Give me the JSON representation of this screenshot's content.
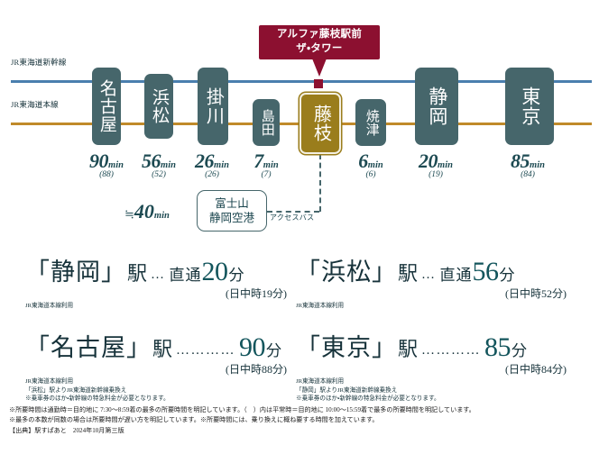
{
  "diagram": {
    "rail_lines": [
      {
        "name": "JR東海道新幹線",
        "color": "#4a7fae"
      },
      {
        "name": "JR東海道本線",
        "color": "#c08a2a"
      }
    ],
    "callout": {
      "line1": "アルファ藤枝駅前",
      "line2": "ザ・タワー",
      "color": "#8c1030"
    },
    "stations": [
      {
        "name": "名古屋",
        "highlight": false
      },
      {
        "name": "浜松",
        "highlight": false
      },
      {
        "name": "掛川",
        "highlight": false
      },
      {
        "name": "島田",
        "highlight": false
      },
      {
        "name": "藤枝",
        "highlight": true
      },
      {
        "name": "焼津",
        "highlight": false
      },
      {
        "name": "静岡",
        "highlight": false
      },
      {
        "name": "東京",
        "highlight": false
      }
    ],
    "times": [
      {
        "num": "90",
        "unit": "min",
        "paren": "(88)"
      },
      {
        "num": "56",
        "unit": "min",
        "paren": "(52)"
      },
      {
        "num": "26",
        "unit": "min",
        "paren": "(26)"
      },
      {
        "num": "7",
        "unit": "min",
        "paren": "(7)"
      },
      {
        "num": "6",
        "unit": "min",
        "paren": "(6)"
      },
      {
        "num": "20",
        "unit": "min",
        "paren": "(19)"
      },
      {
        "num": "85",
        "unit": "min",
        "paren": "(84)"
      }
    ],
    "airport": {
      "line1": "富士山",
      "line2": "静岡空港",
      "approx": "≒",
      "num": "40",
      "unit": "min",
      "access_label": "アクセスバス"
    }
  },
  "cards": [
    {
      "bracket_open": "「",
      "station": "静岡",
      "bracket_close": "」",
      "eki": "駅",
      "dots": "…",
      "direct": "直通",
      "num": "20",
      "unit": "分",
      "daytime": "(日中時19分)",
      "notes": [
        "JR東海道本線利用"
      ]
    },
    {
      "bracket_open": "「",
      "station": "浜松",
      "bracket_close": "」",
      "eki": "駅",
      "dots": "…",
      "direct": "直通",
      "num": "56",
      "unit": "分",
      "daytime": "(日中時52分)",
      "notes": [
        "JR東海道本線利用"
      ]
    },
    {
      "bracket_open": "「",
      "station": "名古屋",
      "bracket_close": "」",
      "eki": "駅",
      "dots": "…………",
      "direct": "",
      "num": "90",
      "unit": "分",
      "daytime": "(日中時88分)",
      "notes": [
        "JR東海道本線利用",
        "「浜松」駅よりJR東海道新幹線乗換え",
        "※乗車券のほか・新幹線の特急料金が必要となります。"
      ]
    },
    {
      "bracket_open": "「",
      "station": "東京",
      "bracket_close": "」",
      "eki": "駅",
      "dots": "…………",
      "direct": "",
      "num": "85",
      "unit": "分",
      "daytime": "(日中時84分)",
      "notes": [
        "JR東海道本線利用",
        "「静岡」駅よりJR東海道新幹線乗換え",
        "※乗車券のほか・新幹線の特急料金が必要となります。"
      ]
    }
  ],
  "footer": {
    "line1": "※所要時間は通勤時＝目的地に 7:30～8:59着の最多の所要時間を明記しています。（　）内は平常時＝目的地に 10:00～15:59着で最多の所要時間を明記しています。",
    "line2": "※最多の本数が同数の場合は所要時間が遅い方を明記しています。※所要時間には、乗り換えに概ね要する時間を加えています。",
    "line3": "【出典】駅すぱあと　2024年10月第三版"
  }
}
